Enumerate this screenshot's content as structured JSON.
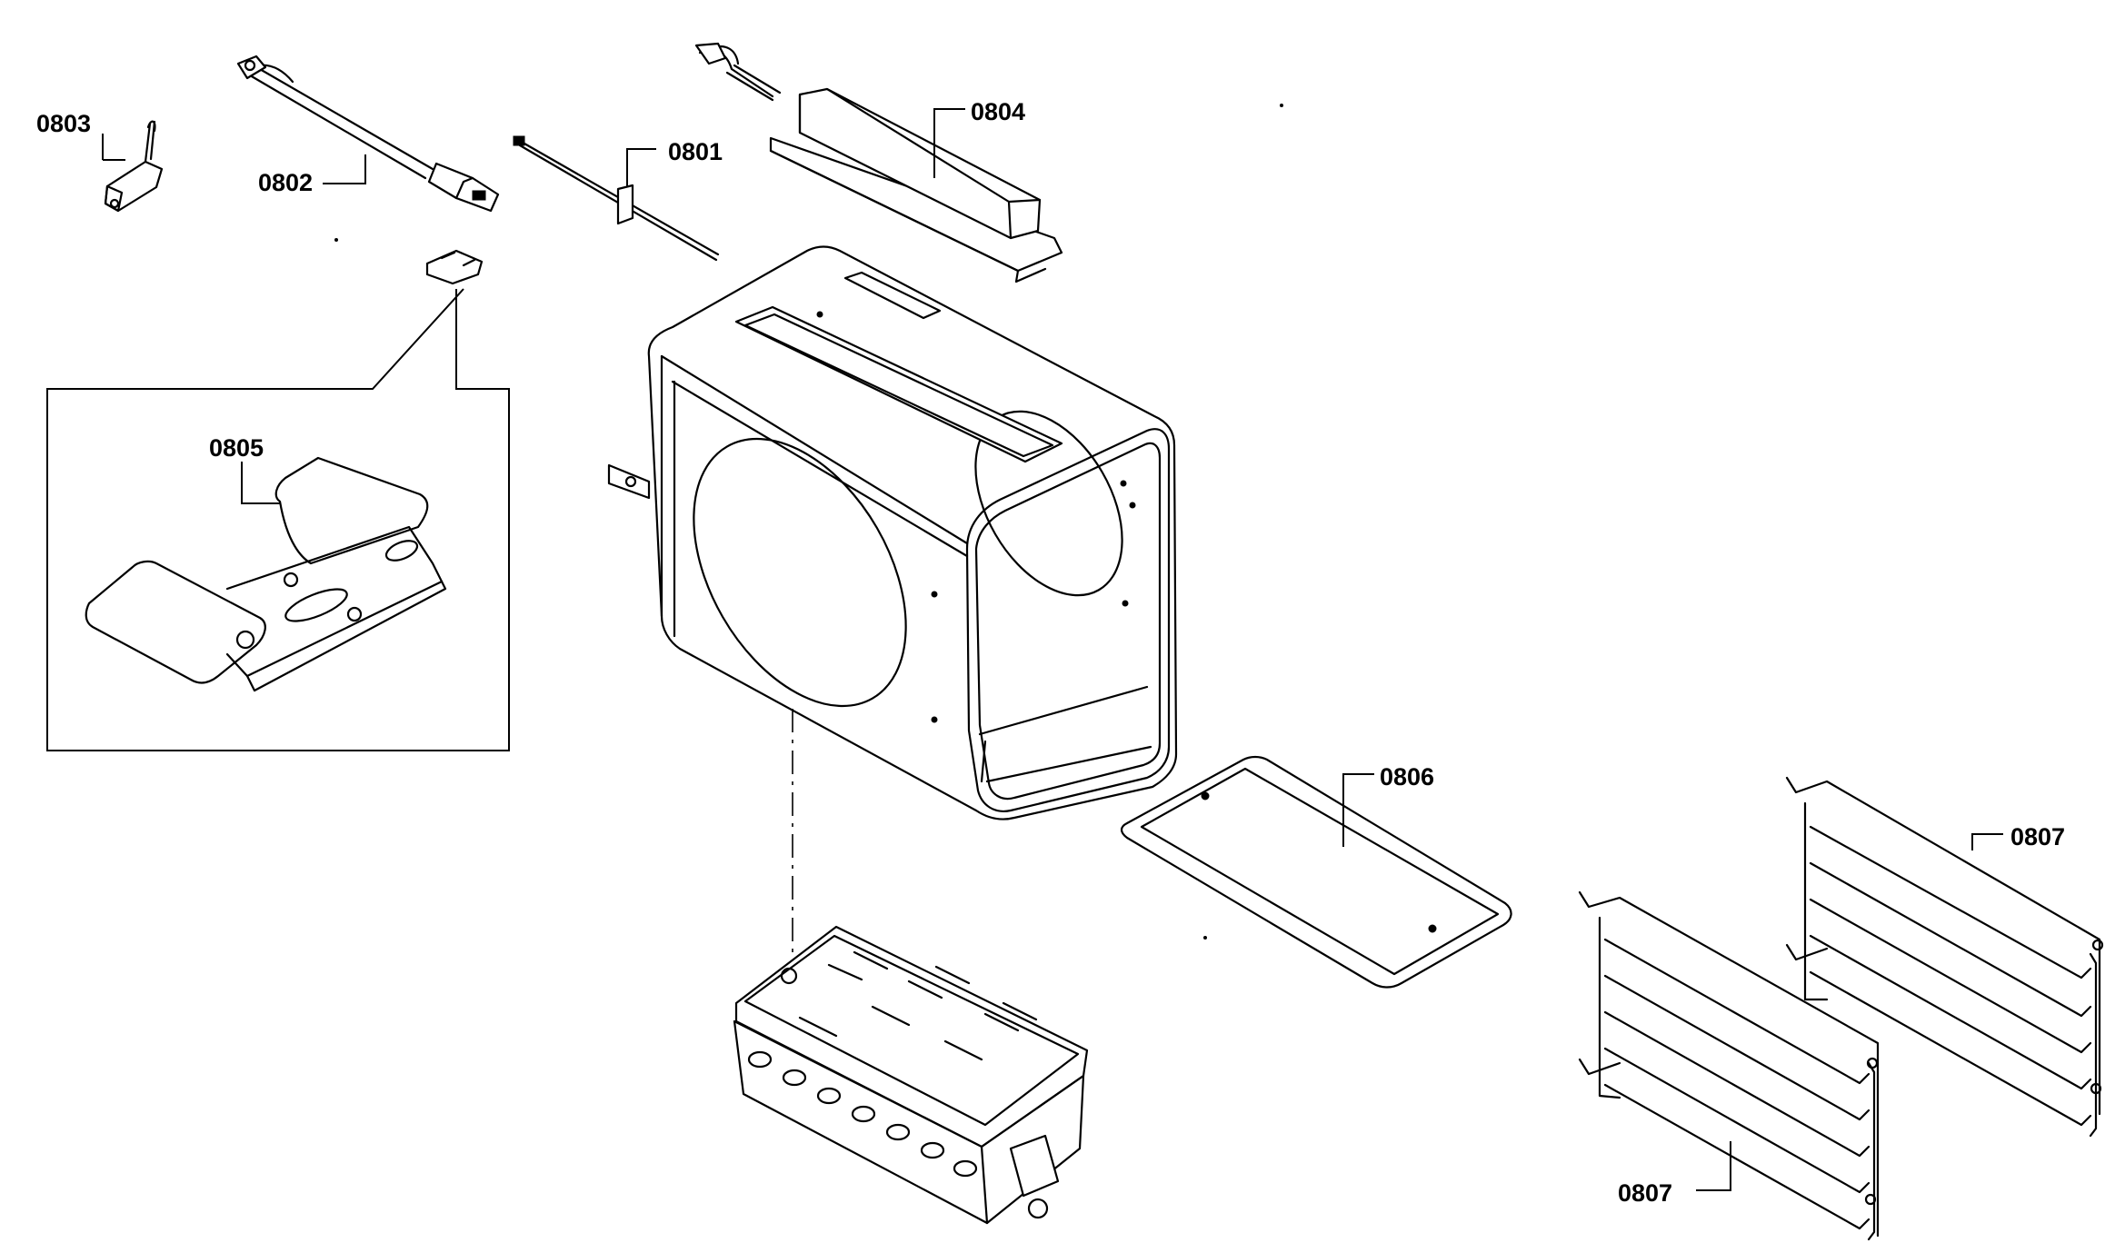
{
  "parts": [
    {
      "id": "0801",
      "label": "0801"
    },
    {
      "id": "0802",
      "label": "0802"
    },
    {
      "id": "0803",
      "label": "0803"
    },
    {
      "id": "0804",
      "label": "0804"
    },
    {
      "id": "0805",
      "label": "0805"
    },
    {
      "id": "0806",
      "label": "0806"
    },
    {
      "id": "0807a",
      "label": "0807"
    },
    {
      "id": "0807b",
      "label": "0807"
    }
  ]
}
